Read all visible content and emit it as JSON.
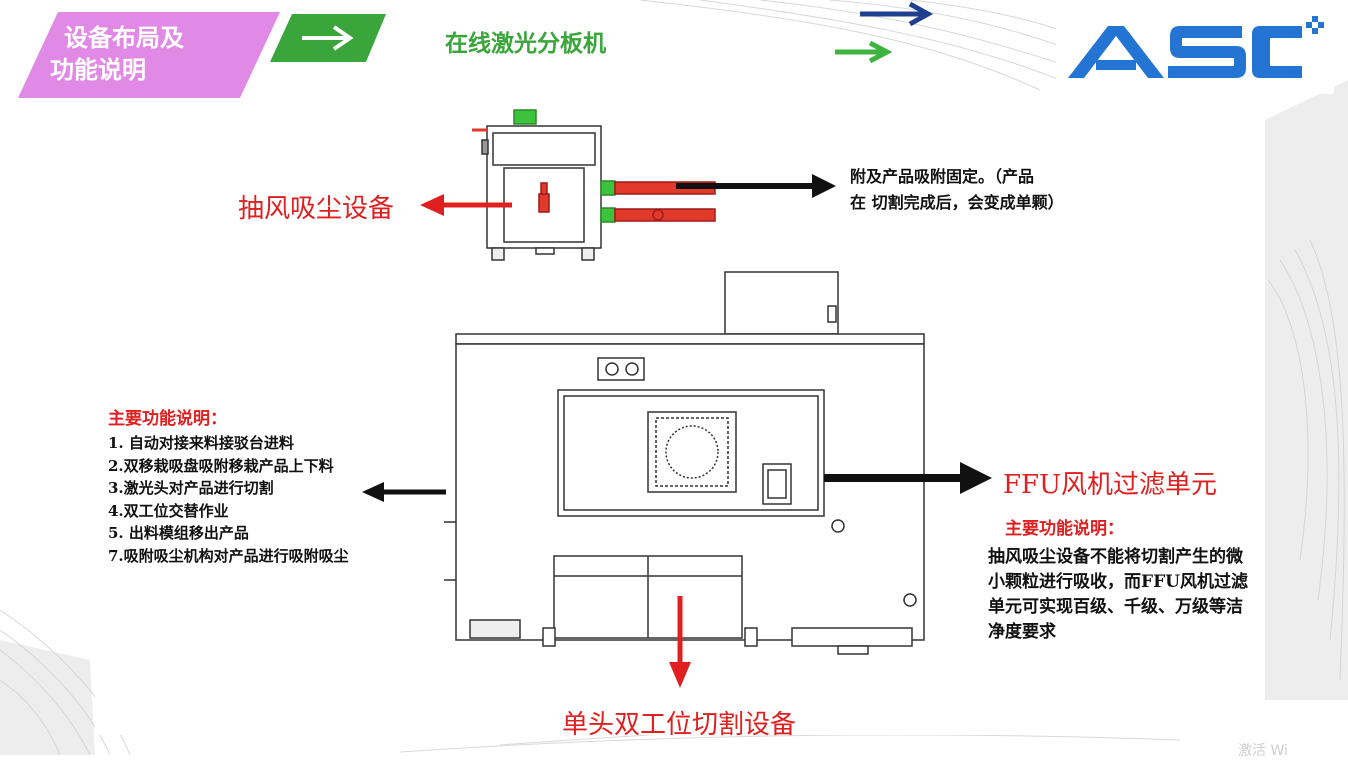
{
  "header": {
    "title_line1": "设备布局及",
    "title_line2": "功能说明",
    "subtitle": "在线激光分板机",
    "logo_text": "ASC"
  },
  "labels": {
    "dust_equipment": "抽风吸尘设备",
    "attach_line1": "附及产品吸附固定。（产品",
    "attach_line2": "在 切割完成后，会变成单颗）",
    "ffu_unit": "FFU风机过滤单元",
    "ffu_function_title": "主要功能说明：",
    "ffu_description": "抽风吸尘设备不能将切割产生的微小颗粒进行吸收，而FFU风机过滤单元可实现百级、千级、万级等洁净度要求",
    "main_function_title": "主要功能说明：",
    "main_function_items": [
      "1. 自动对接来料接驳台进料",
      "2.双移栽吸盘吸附移栽产品上下料",
      "3.激光头对产品进行切割",
      "4.双工位交替作业",
      "5. 出料模组移出产品",
      "7.吸附吸尘机构对产品进行吸附吸尘"
    ],
    "single_head_equipment": "单头双工位切割设备"
  },
  "watermark": "激活 Wi",
  "colors": {
    "header_pink": "#e08ae6",
    "header_green": "#3aa53a",
    "logo_blue": "#2474d4",
    "arrow_red": "#e02020",
    "arrow_black": "#111111",
    "arrow_navy": "#1f3f8f",
    "arrow_green": "#3fb33f",
    "pipe_red": "#e23a2a",
    "pipe_green": "#3cc23c"
  },
  "icons": [
    "right-arrow-icon"
  ]
}
